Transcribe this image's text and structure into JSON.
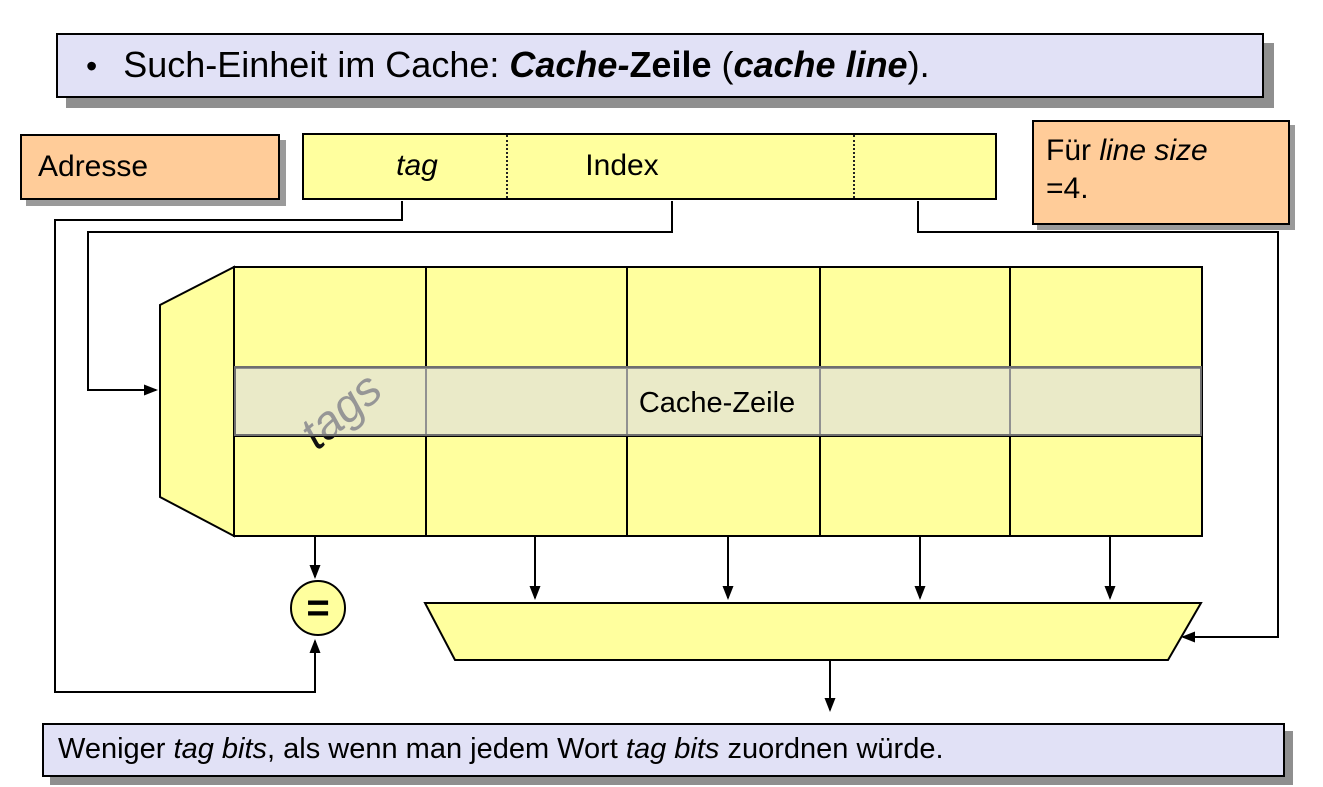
{
  "colors": {
    "bg": "#ffffff",
    "yellow": "#ffff9e",
    "orange": "#ffcc99",
    "lavender": "#e1e1f6",
    "shadow-dark": "#8f8f8f",
    "shadow-light": "#9a9a9a",
    "highlight-fill": "rgba(222,222,222,0.65)",
    "highlight-border": "#6f6f6f"
  },
  "title": {
    "bullet": "•",
    "part_normal_1": "Such-Einheit im Cache: ",
    "part_bold_italic_1": "Cache-",
    "part_bold_1": "Zeile",
    "part_normal_2": " (",
    "part_bold_italic_2": "cache line",
    "part_normal_3": ")."
  },
  "address_label": {
    "text": "Adresse"
  },
  "address_bar": {
    "tag_label": "tag",
    "index_label": "Index"
  },
  "note_box": {
    "line1_normal": "Für ",
    "line1_italic": "line size",
    "line2": "=4."
  },
  "cache_array": {
    "tags_label": "tags",
    "row_label": "Cache-Zeile",
    "columns": 5,
    "rows": 3
  },
  "comparator": {
    "symbol": "="
  },
  "bottom_box": {
    "part_normal_1": "Weniger ",
    "part_italic_1": "tag bits",
    "part_normal_2": ", als wenn man jedem Wort ",
    "part_italic_2": "tag bits",
    "part_normal_3": " zuordnen würde."
  }
}
